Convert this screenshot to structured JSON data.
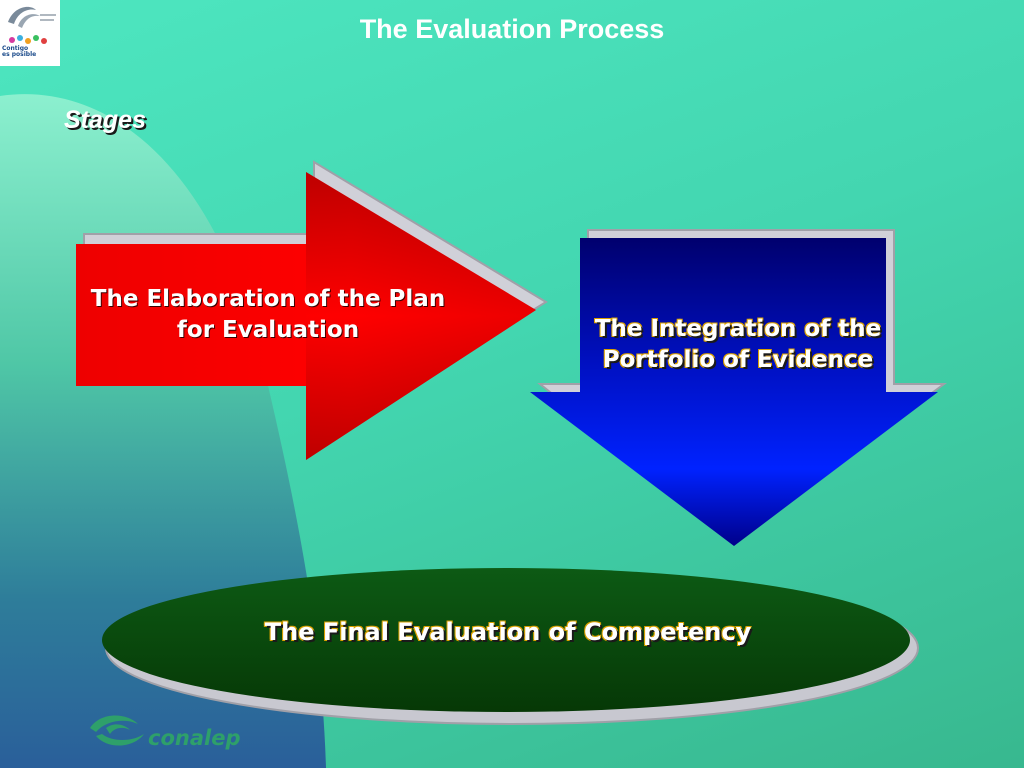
{
  "slide": {
    "title": "The Evaluation Process",
    "section_label": "Stages"
  },
  "logo_top": {
    "line1": "Contigo",
    "line2": "es posible"
  },
  "stages": [
    {
      "label": "The Elaboration of the Plan for Evaluation",
      "shape": "right-arrow",
      "color": "#e00000"
    },
    {
      "label": "The Integration of the Portfolio of Evidence",
      "shape": "down-arrow",
      "color": "#0018d8"
    },
    {
      "label": "The Final Evaluation of Competency",
      "shape": "ellipse",
      "color": "#0c4a0c"
    }
  ],
  "footer": {
    "brand": "conalep"
  },
  "colors": {
    "background": "#44d8b2",
    "text": "#ffffff",
    "accent_outline": "#d9a000"
  }
}
